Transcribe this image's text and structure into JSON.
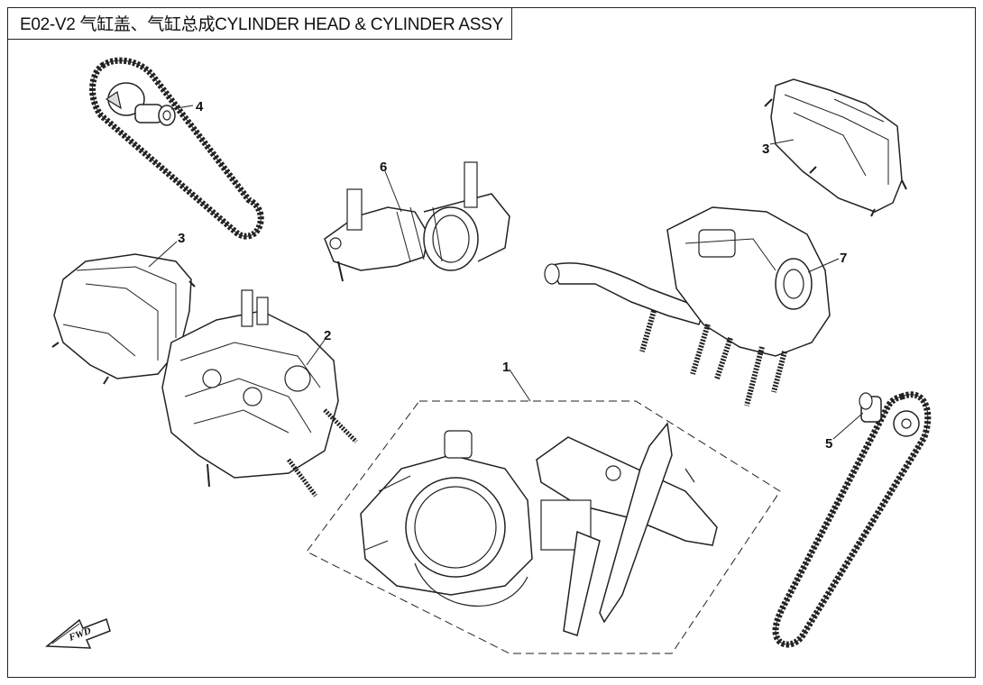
{
  "title": "E02-V2 气缸盖、气缸总成CYLINDER HEAD & CYLINDER ASSY",
  "callouts": {
    "c1": "1",
    "c2": "2",
    "c3a": "3",
    "c3b": "3",
    "c4": "4",
    "c5": "5",
    "c6": "6",
    "c7": "7"
  },
  "fwd": "FWD"
}
